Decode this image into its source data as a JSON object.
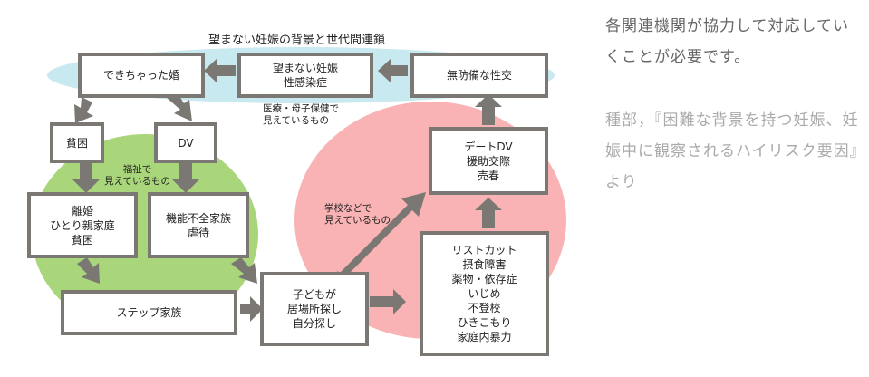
{
  "diagram": {
    "title": "望まない妊娠の背景と世代間連鎖",
    "colors": {
      "blue_region": "#c8e9ef",
      "green_region": "#a9d67a",
      "pink_region": "#f9b3b5",
      "box_border": "#7b7874",
      "arrow": "#7b7874"
    },
    "boxes": {
      "dekichatta": "できちゃった婚",
      "unwanted": "望まない妊娠\n性感染症",
      "unprotected": "無防備な性交",
      "poverty": "貧困",
      "dv": "DV",
      "divorce": "離婚\nひとり親家庭\n貧困",
      "dysfunctional": "機能不全家族\n虐待",
      "step_family": "ステップ家族",
      "child_search": "子どもが\n居場所探し\n自分探し",
      "date_dv": "デートDV\n援助交際\n売春",
      "self_harm": "リストカット\n摂食障害\n薬物・依存症\nいじめ\n不登校\nひきこもり\n家庭内暴力"
    },
    "region_labels": {
      "medical": "医療・母子保健で\n見えているもの",
      "welfare": "福祉で\n見えているもの",
      "school": "学校などで\n見えているもの"
    }
  },
  "sidebar": {
    "main_text": "各関連機関が協力して対応していくことが必要です。",
    "citation": "種部，『困難な背景を持つ妊娠、妊娠中に観察されるハイリスク要因』より"
  }
}
